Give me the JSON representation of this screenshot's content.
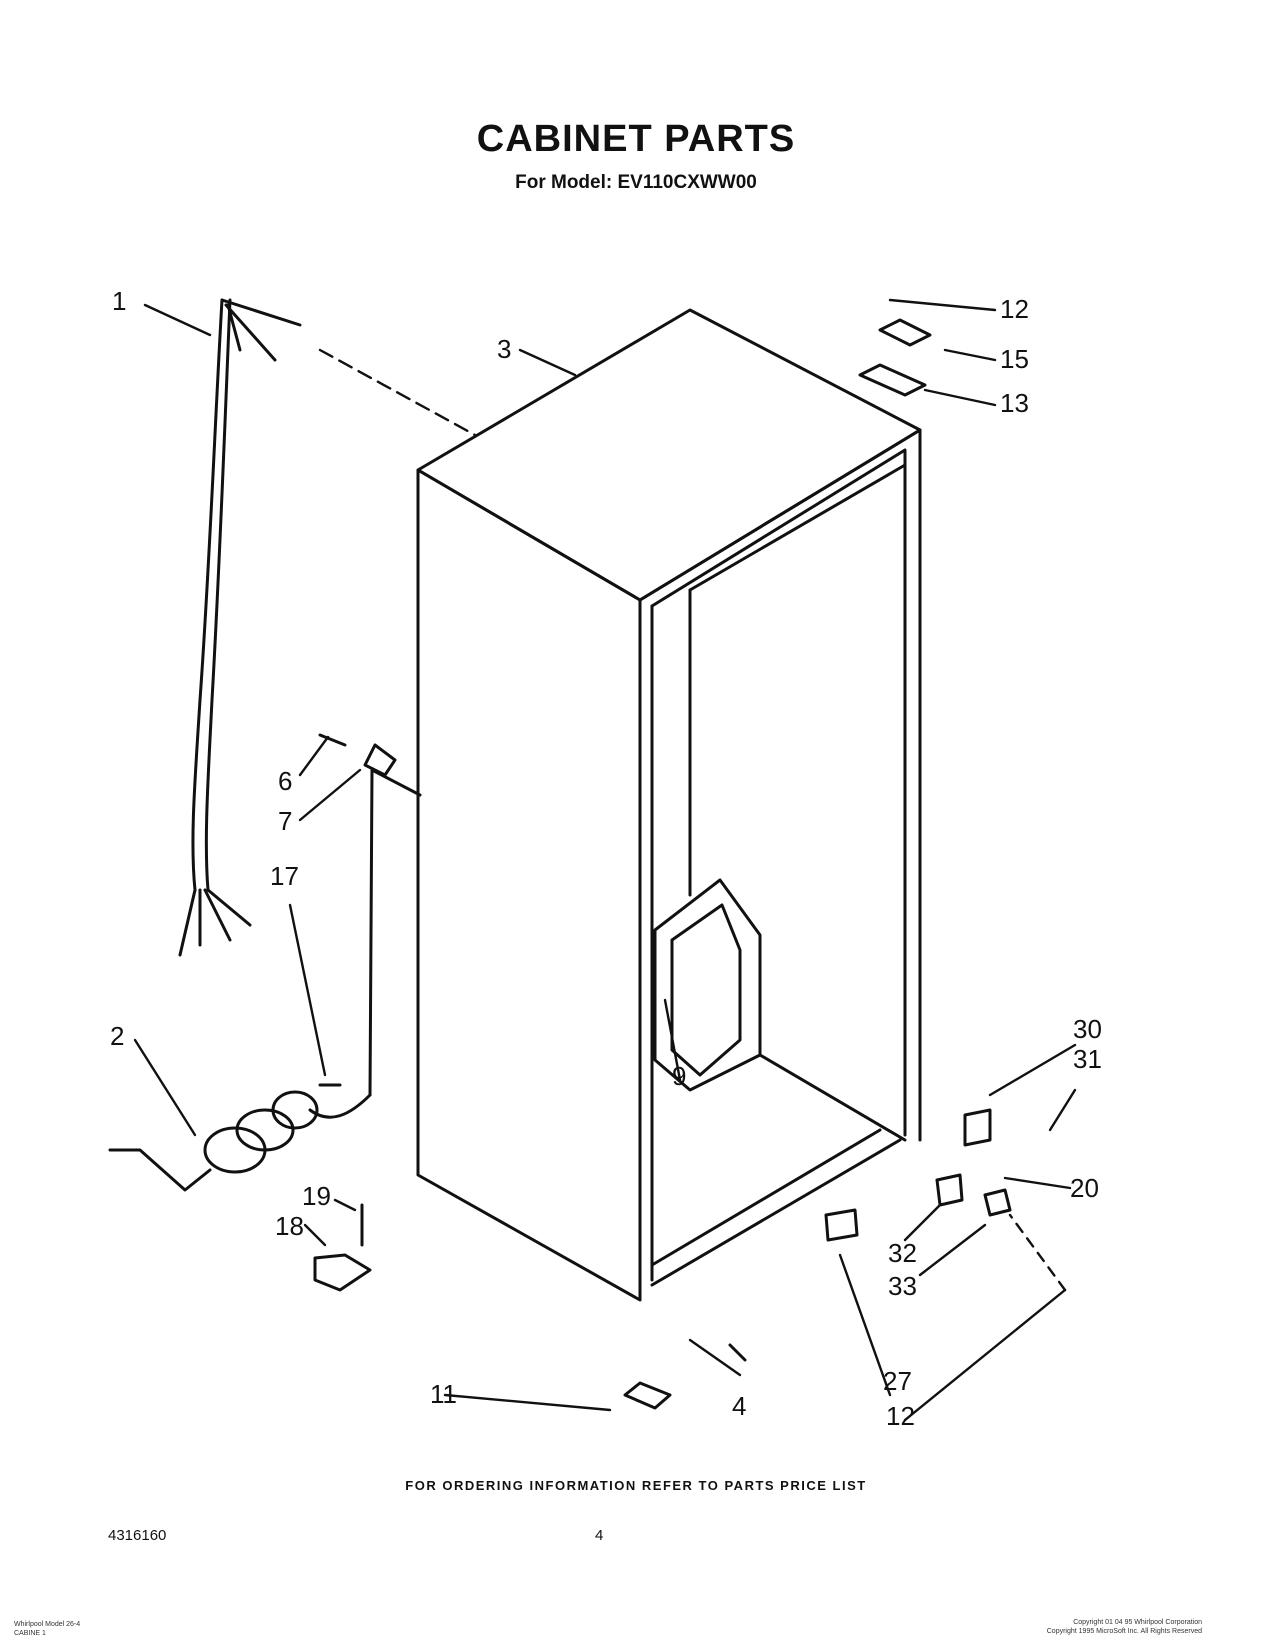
{
  "header": {
    "title": "CABINET PARTS",
    "subtitle": "For Model: EV110CXWW00"
  },
  "callouts": [
    "1",
    "2",
    "3",
    "4",
    "6",
    "7",
    "9",
    "11",
    "12",
    "12",
    "13",
    "15",
    "17",
    "18",
    "19",
    "20",
    "27",
    "30",
    "31",
    "32",
    "33"
  ],
  "footer": {
    "ordering_note": "FOR ORDERING INFORMATION REFER TO PARTS PRICE LIST",
    "doc_number": "4316160",
    "page_number": "4",
    "left_small_print": [
      "Whirlpool Model 26-4",
      "CABINE 1"
    ],
    "right_small_print": [
      "Copyright 01 04 95 Whirlpool Corporation",
      "Copyright 1995 MicroSoft Inc. All Rights Reserved"
    ]
  }
}
